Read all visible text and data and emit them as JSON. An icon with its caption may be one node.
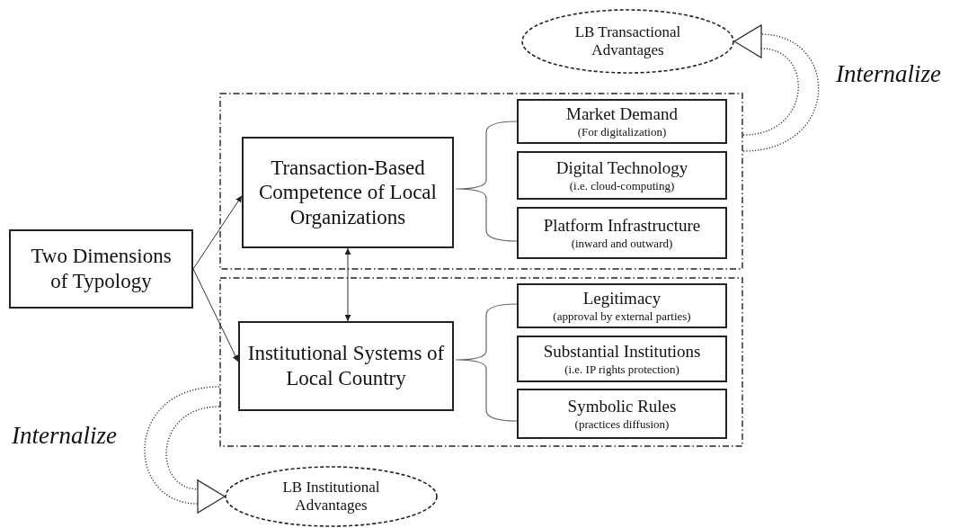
{
  "diagram": {
    "nodes": [
      {
        "text": [
          "LB Transactional Advantages"
        ]
      },
      {
        "text": [],
        "shape": "box"
      },
      {
        "text": [
          "Transaction-Based Competence of Local Organizations"
        ],
        "in": 1
      },
      {
        "text": [
          "Market Demand",
          "(For digitalization)"
        ],
        "in": 1
      },
      {
        "text": [
          "Digital Technology",
          "(i.e. cloud-computing)"
        ],
        "in": 1
      },
      {
        "text": [
          "Platform Infrastructure",
          "(inward and outward)"
        ],
        "in": 1
      },
      {
        "text": [
          "Two Dimensions of Typology"
        ]
      },
      {
        "text": [],
        "shape": "box"
      },
      {
        "text": [
          "Institutional Systems of Local Country"
        ],
        "in": 7
      },
      {
        "text": [
          "Legitimacy",
          "(approval by external parties)"
        ],
        "in": 7
      },
      {
        "text": [
          "Substantial Institutions",
          "(i.e. IP rights protection)"
        ],
        "in": 7
      },
      {
        "text": [
          "Symbolic Rules",
          "(practices diffusion)"
        ],
        "in": 7
      },
      {
        "text": [
          "LB Institutional Advantages"
        ]
      }
    ],
    "edges": [
      {
        "from": 6,
        "to": 2,
        "arrow": "to"
      },
      {
        "from": 6,
        "to": 8,
        "arrow": "to"
      },
      {
        "from": 2,
        "to": 8,
        "arrow": "both"
      },
      {
        "from": 1,
        "to": 0,
        "arrow": "to",
        "label": "Internalize",
        "style": "dashed"
      },
      {
        "from": 7,
        "to": 12,
        "arrow": "to",
        "label": "Internalize",
        "style": "dashed"
      }
    ]
  }
}
